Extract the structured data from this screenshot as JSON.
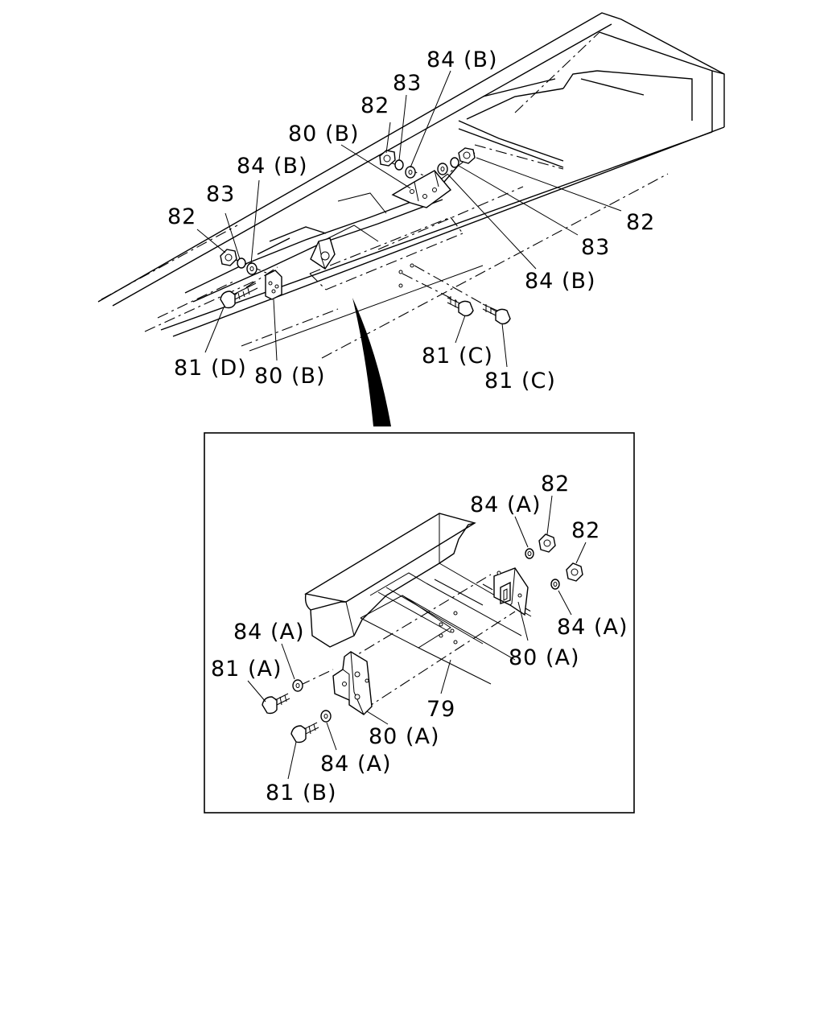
{
  "colors": {
    "line": "#000000",
    "background": "#ffffff"
  },
  "callouts": {
    "c82_upper_left": "82",
    "c83_upper_left": "83",
    "c84b_upper_left": "84 (B)",
    "c80b_upper": "80 (B)",
    "c82_upper_mid": "82",
    "c83_upper_mid": "83",
    "c84b_upper_mid": "84 (B)",
    "c82_right": "82",
    "c83_right": "83",
    "c84b_right": "84 (B)",
    "c81d": "81 (D)",
    "c80b_lower": "80 (B)",
    "c81c_left": "81 (C)",
    "c81c_right": "81 (C)",
    "c82_inset_top": "82",
    "c82_inset_right": "82",
    "c84a_inset_top": "84 (A)",
    "c84a_inset_right": "84 (A)",
    "c84a_inset_left": "84 (A)",
    "c81a": "81 (A)",
    "c80a_right": "80 (A)",
    "c79": "79",
    "c80a_left": "80 (A)",
    "c84a_inset_bottom": "84 (A)",
    "c81b": "81 (B)"
  }
}
